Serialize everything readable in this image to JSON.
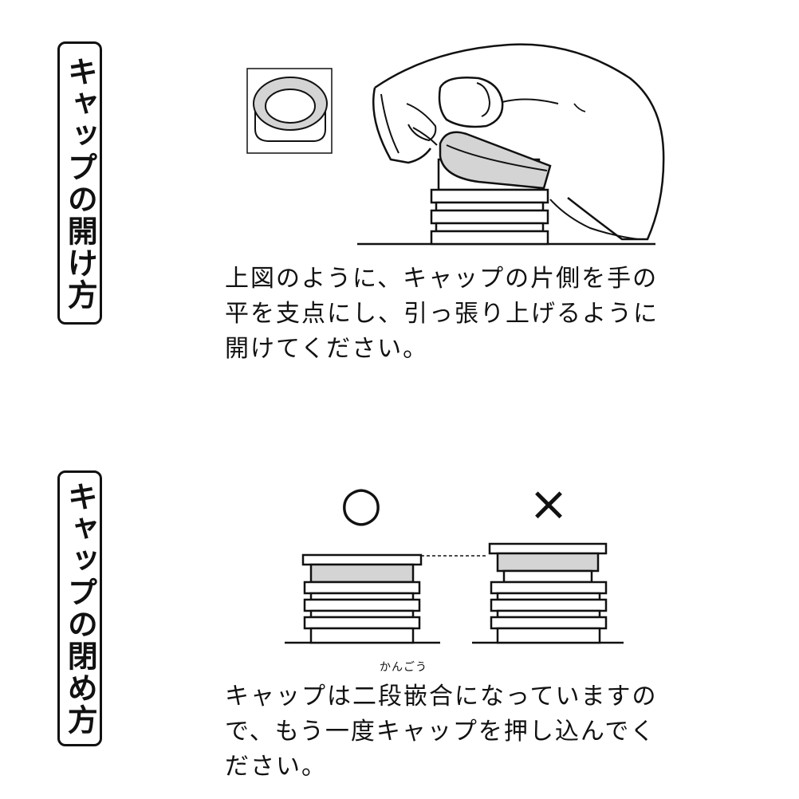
{
  "sections": {
    "open": {
      "label": "キャップの開け方",
      "lines": [
        "上図のように、キャップの片側を手の",
        "平を支点にし、引っ張り上げるように",
        "開けてください。"
      ]
    },
    "close": {
      "label": "キャップの閉め方",
      "line1_before": "キャップは",
      "line1_ruby_base": "二段嵌合",
      "line1_ruby_reading": "かんごう",
      "line1_after": "になっていますの",
      "line2": "で、もう一度キャップを押し込んでく",
      "line3": "ださい。",
      "correct_mark": "○",
      "wrong_mark": "×"
    }
  },
  "colors": {
    "cap_fill": "#d4d4d4",
    "line": "#111111",
    "background": "#ffffff"
  }
}
